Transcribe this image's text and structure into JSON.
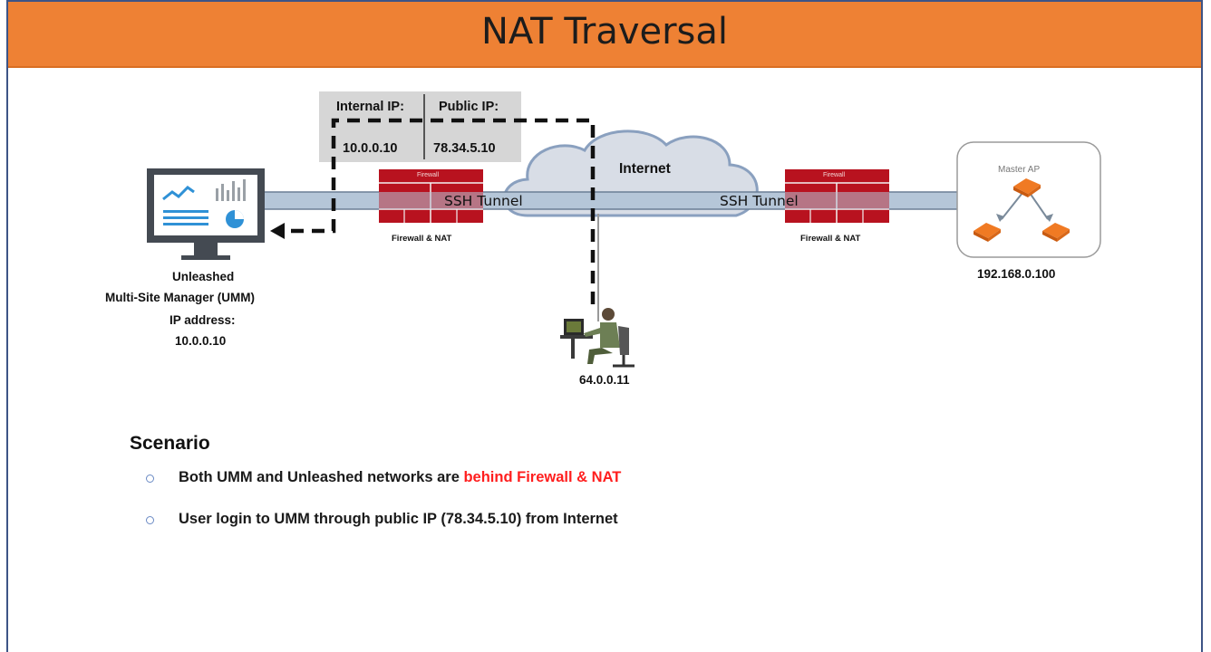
{
  "title": "NAT Traversal",
  "ip_table": {
    "header_left": "Internal IP:",
    "header_right": "Public IP:",
    "value_left": "10.0.0.10",
    "value_right": "78.34.5.10"
  },
  "internet_label": "Internet",
  "tunnel_labels": [
    "SSH Tunnel",
    "SSH Tunnel"
  ],
  "firewall": {
    "badge": "Firewall",
    "caption": "Firewall & NAT"
  },
  "umm": {
    "line1": "Unleashed",
    "line2": "Multi-Site Manager (UMM)",
    "line3": "IP address:",
    "line4": "10.0.0.10"
  },
  "master_ap": {
    "label": "Master AP",
    "ip": "192.168.0.100"
  },
  "user": {
    "ip": "64.0.0.11"
  },
  "scenario": {
    "heading": "Scenario",
    "bullets": [
      {
        "prefix": "Both UMM and Unleashed networks are ",
        "highlight": "behind Firewall  & NAT"
      },
      {
        "prefix": "User login to UMM through public IP (78.34.5.10) from Internet",
        "highlight": ""
      }
    ]
  },
  "colors": {
    "title_bar": "#ee8134",
    "frame": "#3d5486",
    "firewall": "#b8121f",
    "tunnel": "#b5c6d8",
    "cloud": "#d9dee6",
    "ap": "#f07a23",
    "highlight": "#ff1e1e"
  }
}
